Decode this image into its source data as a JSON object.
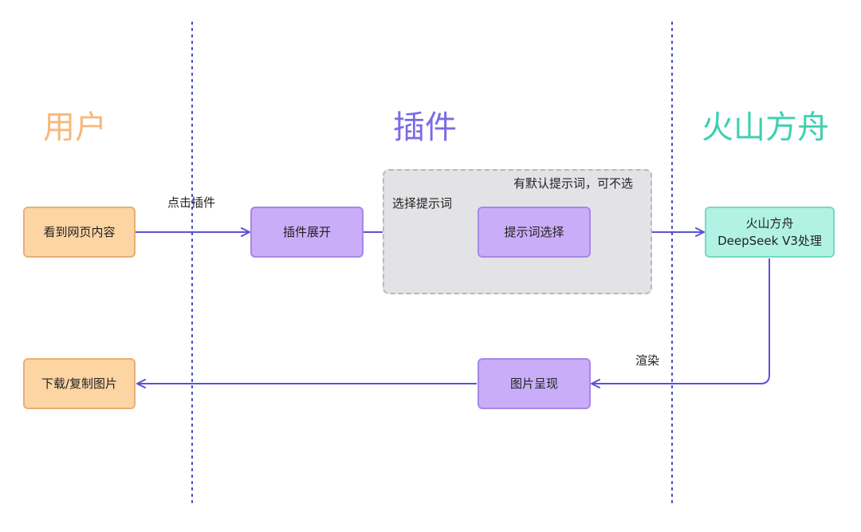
{
  "lanes": {
    "user": {
      "title": "用户",
      "color": "#f8b87a"
    },
    "plugin": {
      "title": "插件",
      "color": "#7a6ae6"
    },
    "ark": {
      "title": "火山方舟",
      "color": "#3fd0b0"
    }
  },
  "nodes": {
    "view_page": "看到网页内容",
    "plugin_expand": "插件展开",
    "prompt_select": "提示词选择",
    "ark_process_line1": "火山方舟",
    "ark_process_line2": "DeepSeek V3处理",
    "image_render": "图片呈现",
    "download_copy": "下载/复制图片"
  },
  "edge_labels": {
    "click_plugin": "点击插件",
    "select_prompt": "选择提示词",
    "render": "渲染"
  },
  "group": {
    "note": "有默认提示词，可不选"
  },
  "colors": {
    "arrow": "#5a52d6",
    "divider": "#3b40c8"
  }
}
